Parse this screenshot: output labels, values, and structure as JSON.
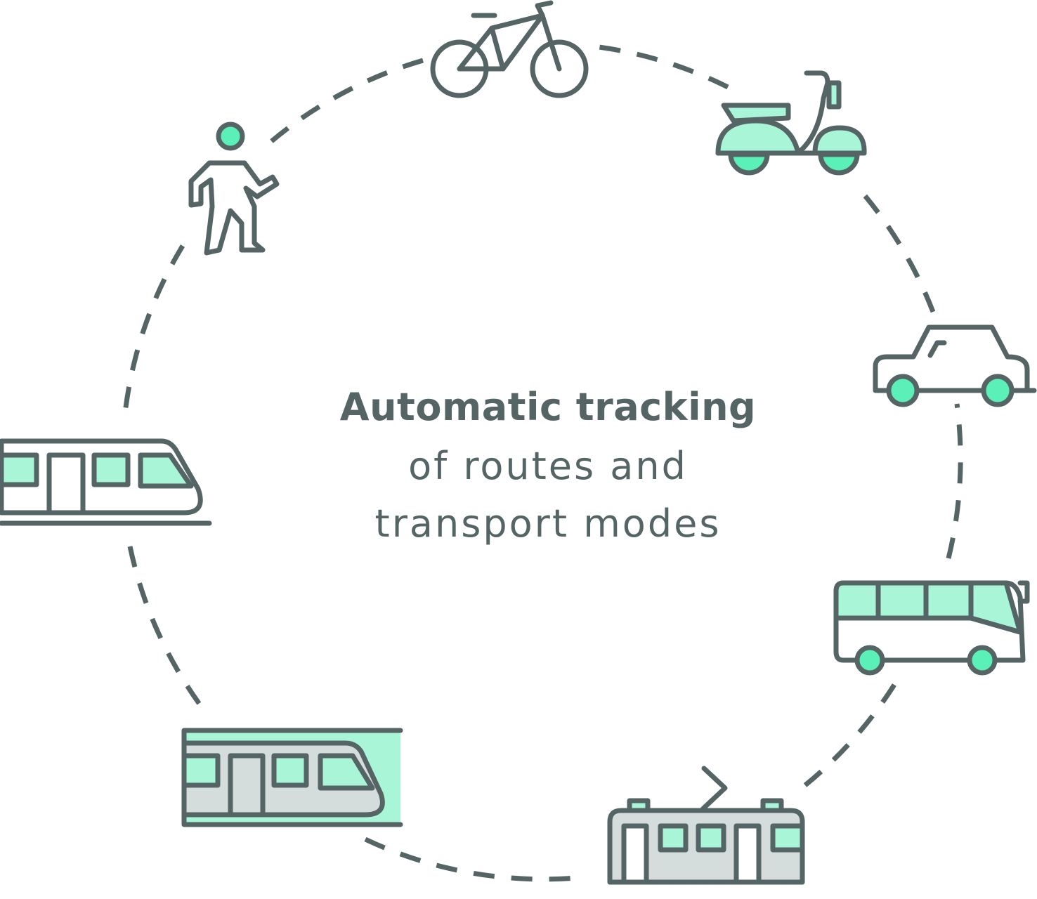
{
  "caption": {
    "line1": "Automatic tracking",
    "line2": "of routes and",
    "line3": "transport modes"
  },
  "colors": {
    "stroke": "#556565",
    "accent_light": "#a8f5d8",
    "accent": "#5cf0b9",
    "gray_fill": "#d4dcdc"
  },
  "modes": [
    {
      "icon": "bicycle-icon"
    },
    {
      "icon": "scooter-icon"
    },
    {
      "icon": "car-icon"
    },
    {
      "icon": "bus-icon"
    },
    {
      "icon": "tram-icon"
    },
    {
      "icon": "subway-train-icon"
    },
    {
      "icon": "train-icon"
    },
    {
      "icon": "pedestrian-icon"
    }
  ]
}
